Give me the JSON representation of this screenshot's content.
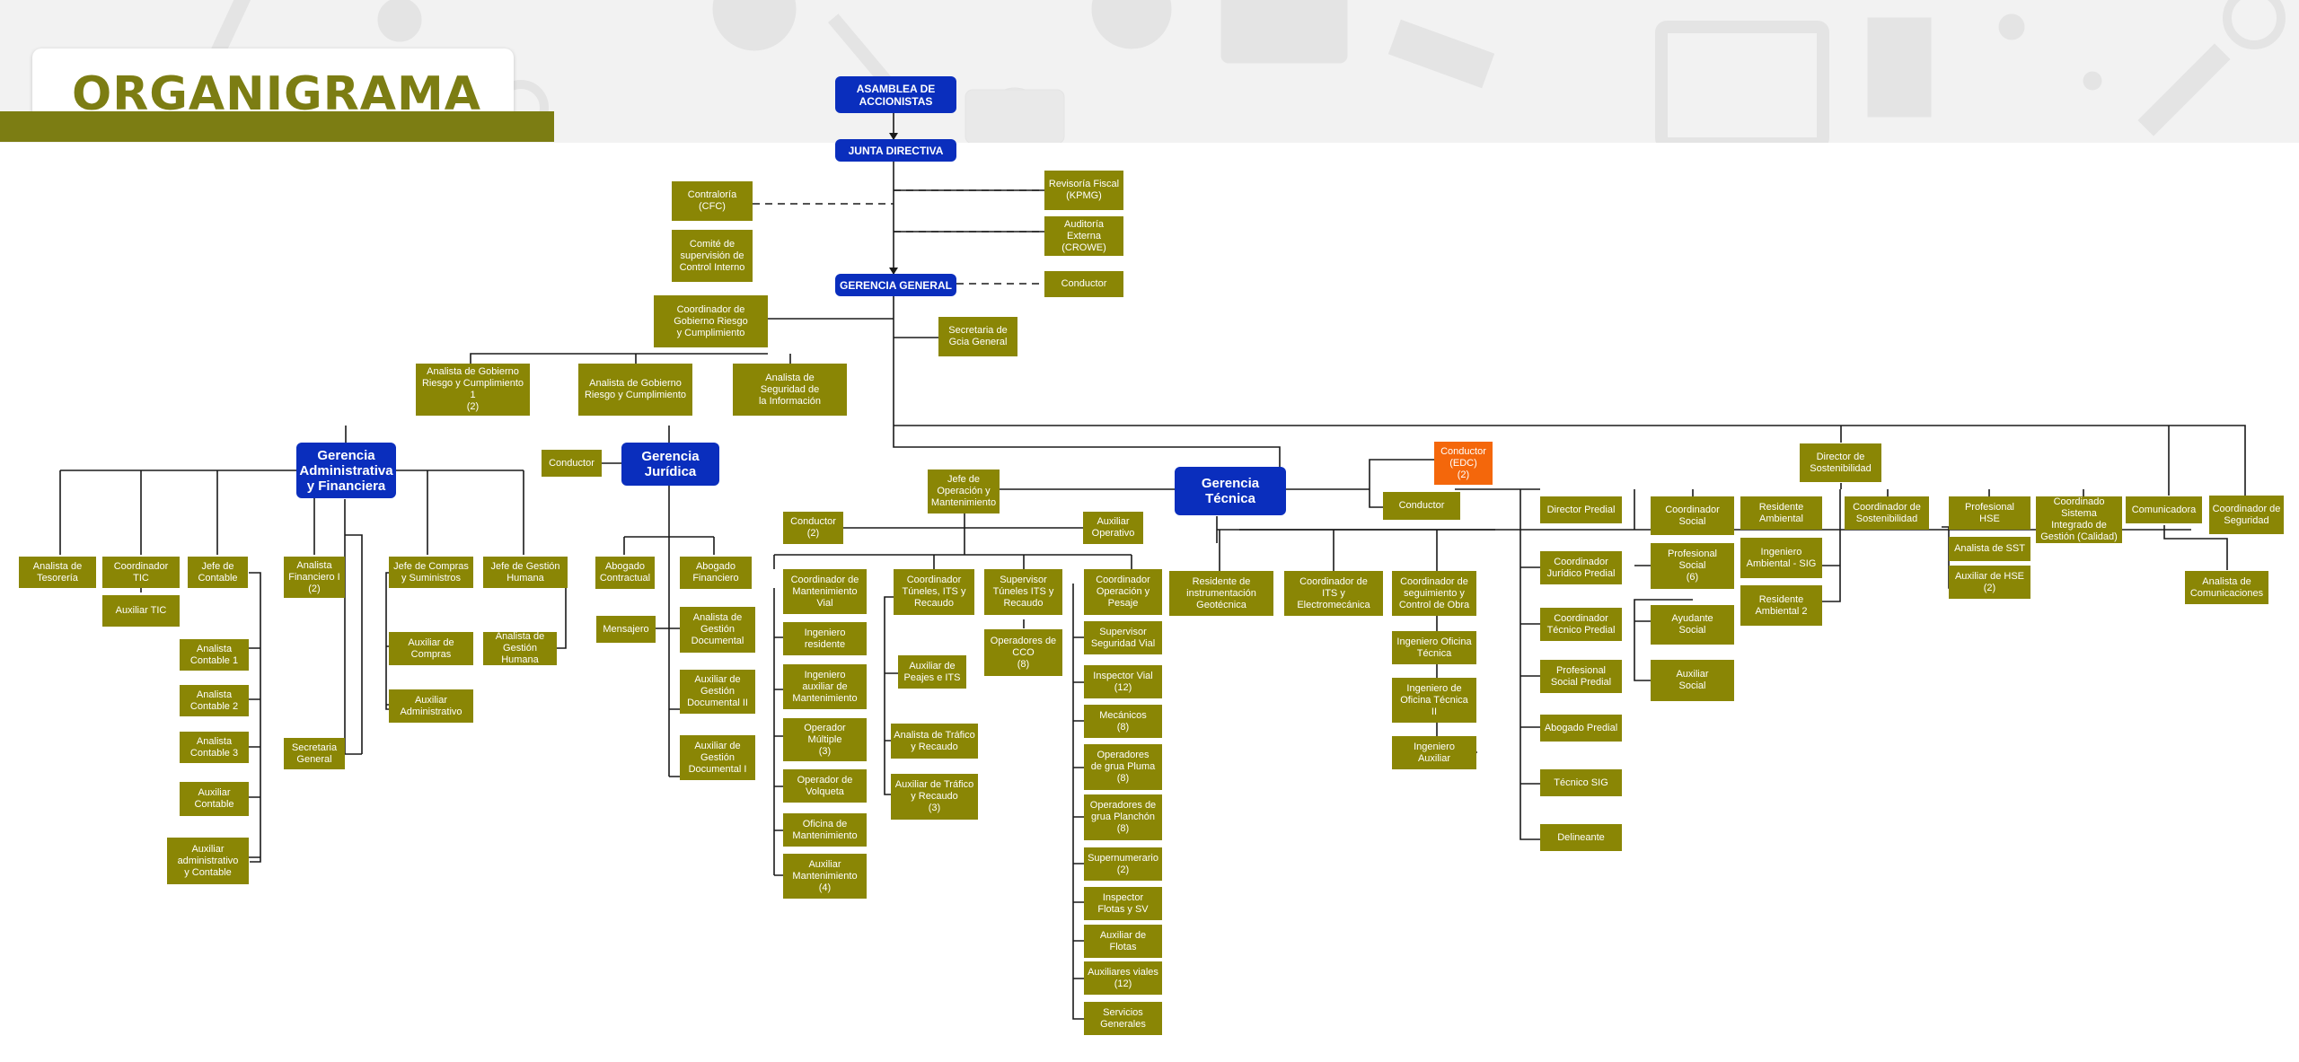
{
  "page_title": "ORGANIGRAMA",
  "colors": {
    "olive": "#8a8605",
    "blue": "#0a2ebd",
    "orange": "#f4670b",
    "title_green": "#7c7d13",
    "banner": "#f2f2f2"
  },
  "nodes": {
    "asamblea": "ASAMBLEA DE\nACCIONISTAS",
    "junta": "JUNTA DIRECTIVA",
    "contraloria": "Contraloría\n(CFC)",
    "comite": "Comité de\nsupervisión de\nControl Interno",
    "revisoria": "Revisoría Fiscal\n(KPMG)",
    "auditoria": "Auditoría Externa\n(CROWE)",
    "gerencia_general": "GERENCIA GENERAL",
    "conductor_gg": "Conductor",
    "coord_gobierno": "Coordinador de\nGobierno Riesgo\ny Cumplimiento",
    "secretaria_gg": "Secretaria de\nGcia General",
    "analista_gob_1": "Analista de Gobierno\nRiesgo y Cumplimiento 1\n(2)",
    "analista_gob": "Analista de Gobierno\nRiesgo y Cumplimiento",
    "analista_seg_info": "Analista de\nSeguridad de\nla Información",
    "gerencia_admin": "Gerencia\nAdministrativa\ny Financiera",
    "conductor_jur": "Conductor",
    "gerencia_juridica": "Gerencia\nJurídica",
    "gerencia_tecnica": "Gerencia\nTécnica",
    "conductor_tec_edc": "Conductor\n(EDC)\n(2)",
    "conductor_tec": "Conductor",
    "director_sost": "Director de\nSostenibilidad",
    "analista_tesoreria": "Analista de\nTesorería",
    "coord_tic": "Coordinador TIC",
    "aux_tic": "Auxiliar TIC",
    "jefe_contable": "Jefe de\nContable",
    "analista_contable_1": "Analista\nContable 1",
    "analista_contable_2": "Analista\nContable 2",
    "analista_contable_3": "Analista\nContable 3",
    "aux_contable": "Auxiliar\nContable",
    "aux_admin_contable": "Auxiliar\nadministrativo\ny Contable",
    "analista_financiero": "Analista\nFinanciero I\n(2)",
    "secretaria_general": "Secretaria\nGeneral",
    "jefe_compras": "Jefe de Compras\ny Suministros",
    "aux_compras": "Auxiliar de\nCompras",
    "aux_administrativo": "Auxiliar\nAdministrativo",
    "jefe_gh": "Jefe de Gestión\nHumana",
    "analista_gh": "Analista de\nGestión Humana",
    "abogado_contractual": "Abogado\nContractual",
    "abogado_financiero": "Abogado\nFinanciero",
    "mensajero": "Mensajero",
    "analista_gd": "Analista de\nGestión\nDocumental",
    "aux_gd_2": "Auxiliar de\nGestión\nDocumental II",
    "aux_gd_1": "Auxiliar de\nGestión\nDocumental I",
    "jefe_om": "Jefe de\nOperación y\nMantenimiento",
    "conductor_om": "Conductor\n(2)",
    "aux_operativo": "Auxiliar\nOperativo",
    "coord_mant_vial": "Coordinador de\nMantenimiento\nVial",
    "ing_residente": "Ingeniero\nresidente",
    "ing_aux_mant": "Ingeniero\nauxiliar de\nMantenimiento",
    "operador_multiple": "Operador\nMúltiple\n(3)",
    "operador_volqueta": "Operador de\nVolqueta",
    "oficina_mant": "Oficina de\nMantenimiento",
    "aux_mant": "Auxiliar\nMantenimiento\n(4)",
    "coord_tuneles": "Coordinador\nTúneles, ITS y\nRecaudo",
    "aux_peajes": "Auxiliar de\nPeajes e ITS",
    "analista_trafico": "Analista de Tráfico\ny Recaudo",
    "aux_trafico": "Auxiliar de Tráfico\ny Recaudo\n(3)",
    "sup_tuneles": "Supervisor\nTúneles ITS y\nRecaudo",
    "operadores_cco": "Operadores de\nCCO\n(8)",
    "coord_op_pesaje": "Coordinador\nOperación y\nPesaje",
    "sup_seg_vial": "Supervisor\nSeguridad Vial",
    "inspector_vial": "Inspector Vial\n(12)",
    "mecanicos": "Mecánicos\n(8)",
    "op_grua_pluma": "Operadores\nde grua Pluma\n(8)",
    "op_grua_planchon": "Operadores de\ngrua Planchón\n(8)",
    "supernumerario": "Supernumerario\n(2)",
    "inspector_flotas": "Inspector\nFlotas y SV",
    "aux_flotas": "Auxiliar de\nFlotas",
    "aux_viales": "Auxiliares viales\n(12)",
    "servicios_generales": "Servicios\nGenerales",
    "residente_instr": "Residente de\ninstrumentación\nGeotécnica",
    "coord_its_electro": "Coordinador de\nITS y\nElectromecánica",
    "coord_seguimiento": "Coordinador de\nseguimiento y\nControl de Obra",
    "ing_oficina_tecnica": "Ingeniero Oficina\nTécnica",
    "ing_oficina_tecnica_2": "Ingeniero de\nOficina Técnica\nII",
    "ing_auxiliar": "Ingeniero\nAuxiliar",
    "director_predial": "Director Predial",
    "coord_juridico_predial": "Coordinador\nJurídico Predial",
    "coord_tecnico_predial": "Coordinador\nTécnico Predial",
    "prof_social_predial": "Profesional\nSocial Predial",
    "abogado_predial": "Abogado Predial",
    "tecnico_sig": "Técnico SIG",
    "delineante": "Delineante",
    "coord_social": "Coordinador\nSocial",
    "prof_social": "Profesional\nSocial\n(6)",
    "ayudante_social": "Ayudante\nSocial",
    "aux_social": "Auxiliar\nSocial",
    "residente_ambiental": "Residente\nAmbiental",
    "ing_ambiental_sig": "Ingeniero\nAmbiental - SIG",
    "residente_ambiental_2": "Residente\nAmbiental 2",
    "coord_sostenibilidad": "Coordinador de\nSostenibilidad",
    "prof_hse": "Profesional\nHSE",
    "analista_sst": "Analista de SST",
    "aux_hse": "Auxiliar de HSE\n(2)",
    "coord_sig_calidad": "Coordinado Sistema\nIntegrado de\nGestión (Calidad)",
    "comunicadora": "Comunicadora",
    "analista_comunicaciones": "Analista de\nComunicaciones",
    "coord_seguridad": "Coordinador de\nSeguridad"
  }
}
